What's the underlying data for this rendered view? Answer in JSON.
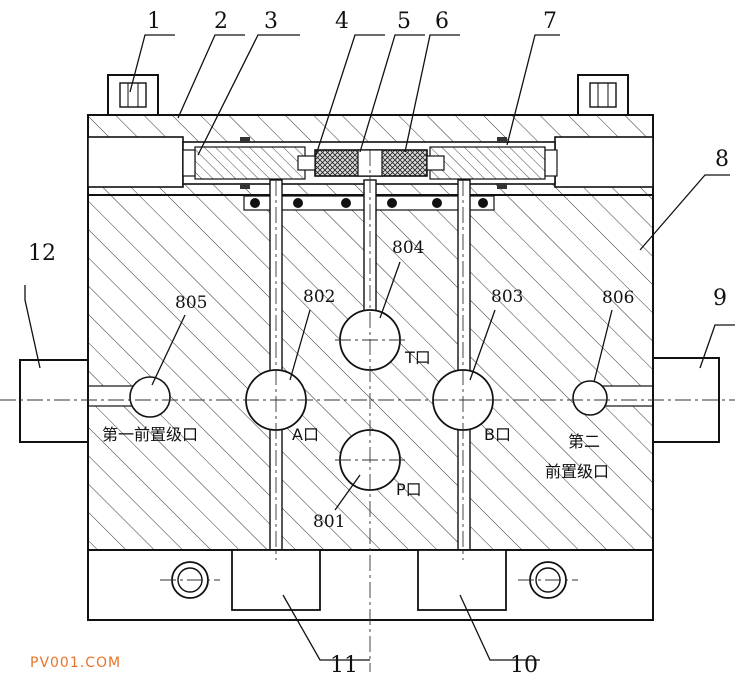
{
  "diagram": {
    "top_labels": [
      "1",
      "2",
      "3",
      "4",
      "5",
      "6",
      "7"
    ],
    "side_labels": {
      "right_body": "8",
      "right_block": "9",
      "left_block": "12"
    },
    "bottom_labels": {
      "left_foot": "11",
      "right_foot": "10"
    },
    "ports": {
      "p801": "801",
      "p802": "802",
      "p803": "803",
      "p804": "804",
      "p805": "805",
      "p806": "806"
    },
    "port_text": {
      "T": "T口",
      "A": "A口",
      "B": "B口",
      "P": "P口",
      "first_pre": "第一前置级口",
      "second_pre_line1": "第二",
      "second_pre_line2": "前置级口"
    },
    "watermark": "PV001.COM"
  }
}
